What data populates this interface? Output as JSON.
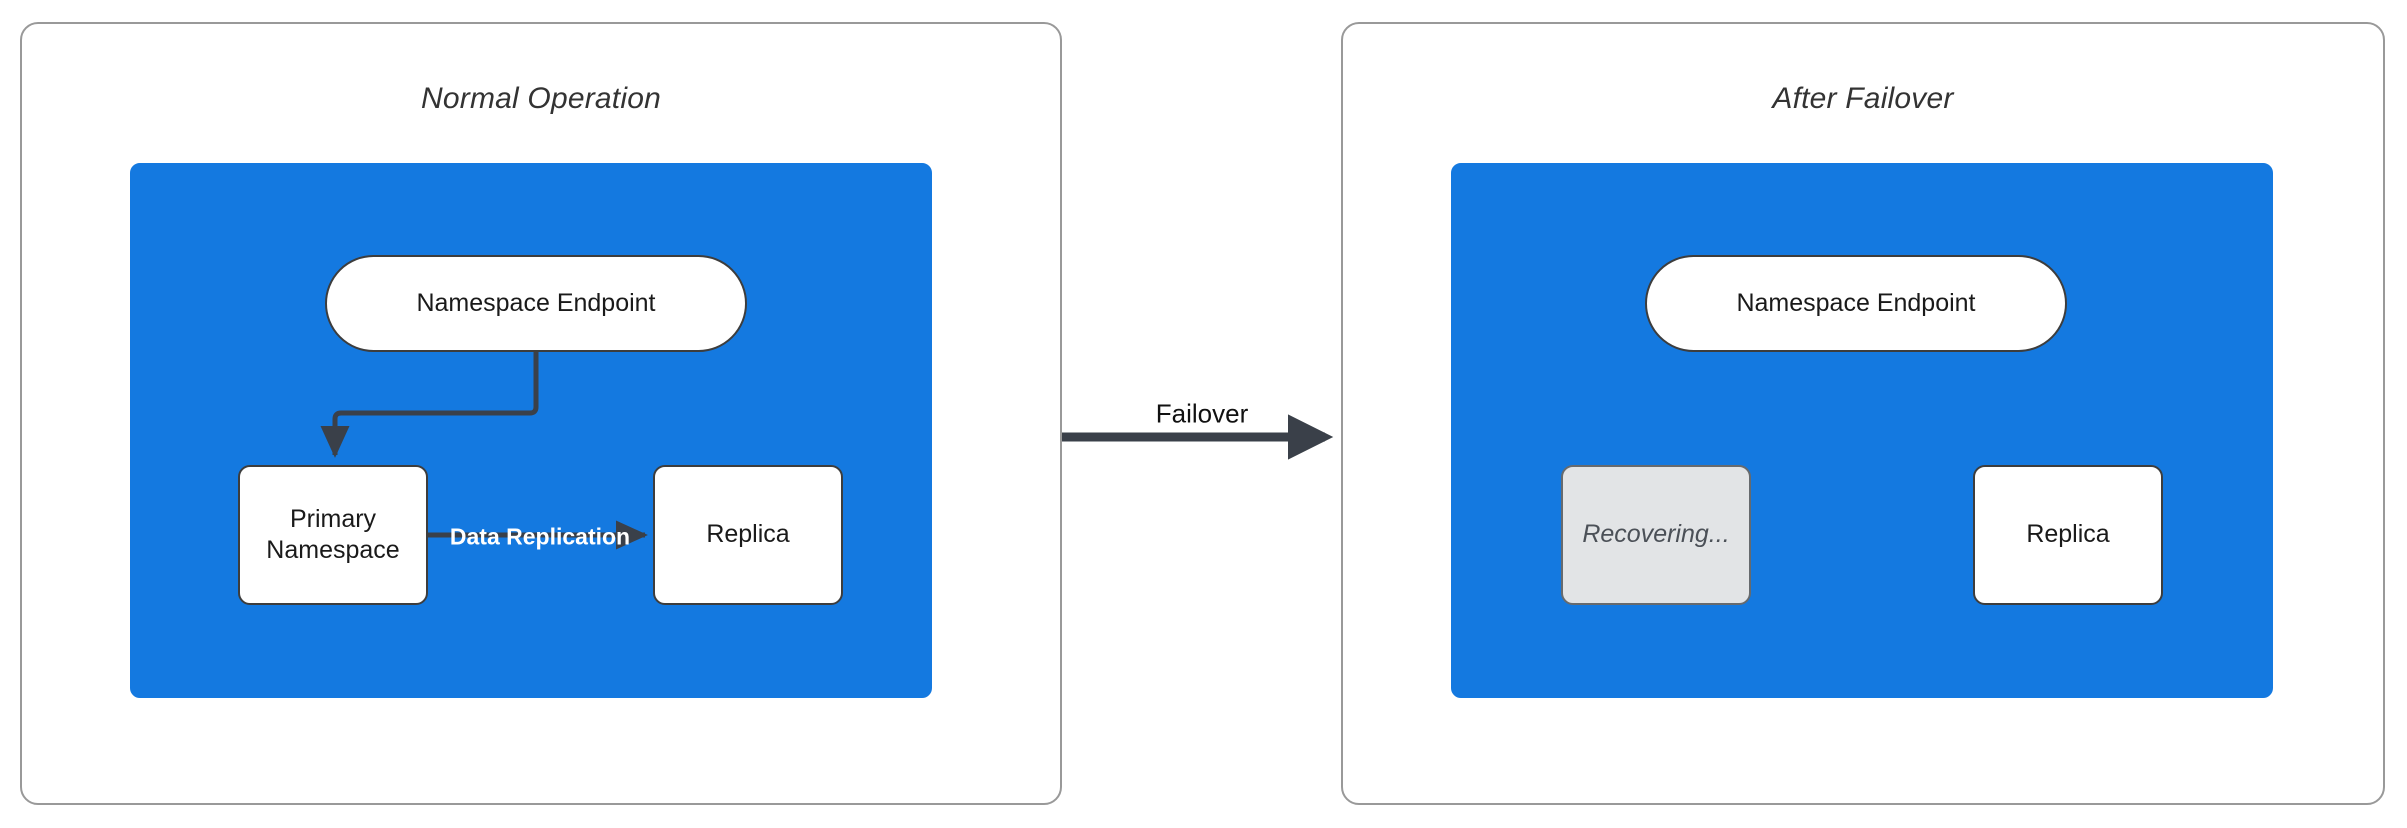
{
  "diagram": {
    "title_left": "Normal Operation",
    "title_right": "After Failover",
    "transition_label": "Failover",
    "accent_color": "#1479e0",
    "edge_color": "#3a4049",
    "panel_border_color": "#999999",
    "node_border_color": "#3d3d3d",
    "recovering_fill": "#e2e4e6"
  },
  "left_panel": {
    "title": "Normal Operation",
    "nodes": {
      "endpoint": "Namespace Endpoint",
      "primary": "Primary\nNamespace",
      "primary_line1": "Primary",
      "primary_line2": "Namespace",
      "replica": "Replica"
    },
    "edges": {
      "endpoint_to_primary": "",
      "replication_label": "Data Replication"
    }
  },
  "right_panel": {
    "title": "After Failover",
    "nodes": {
      "endpoint": "Namespace Endpoint",
      "recovering": "Recovering...",
      "replica": "Replica"
    },
    "edges": {
      "endpoint_to_replica": ""
    }
  }
}
